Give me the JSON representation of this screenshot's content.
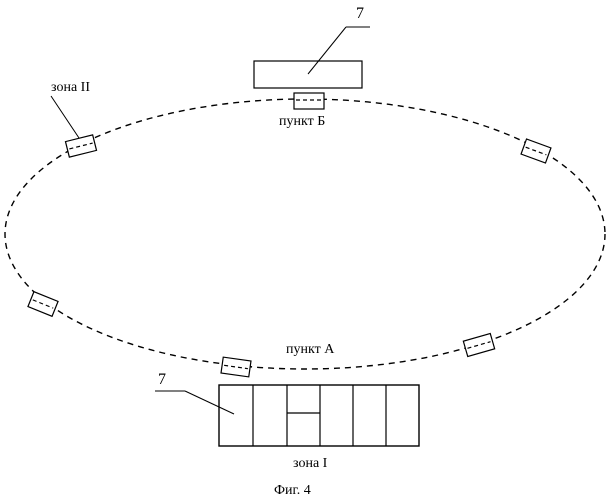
{
  "diagram": {
    "labels": {
      "zone_ii": "зона II",
      "point_b": "пункт Б",
      "point_a": "пункт А",
      "zone_i": "зона I",
      "ref_top": "7",
      "ref_bottom": "7"
    },
    "caption": "Фиг. 4",
    "colors": {
      "ink": "#000000",
      "background": "#ffffff"
    }
  }
}
